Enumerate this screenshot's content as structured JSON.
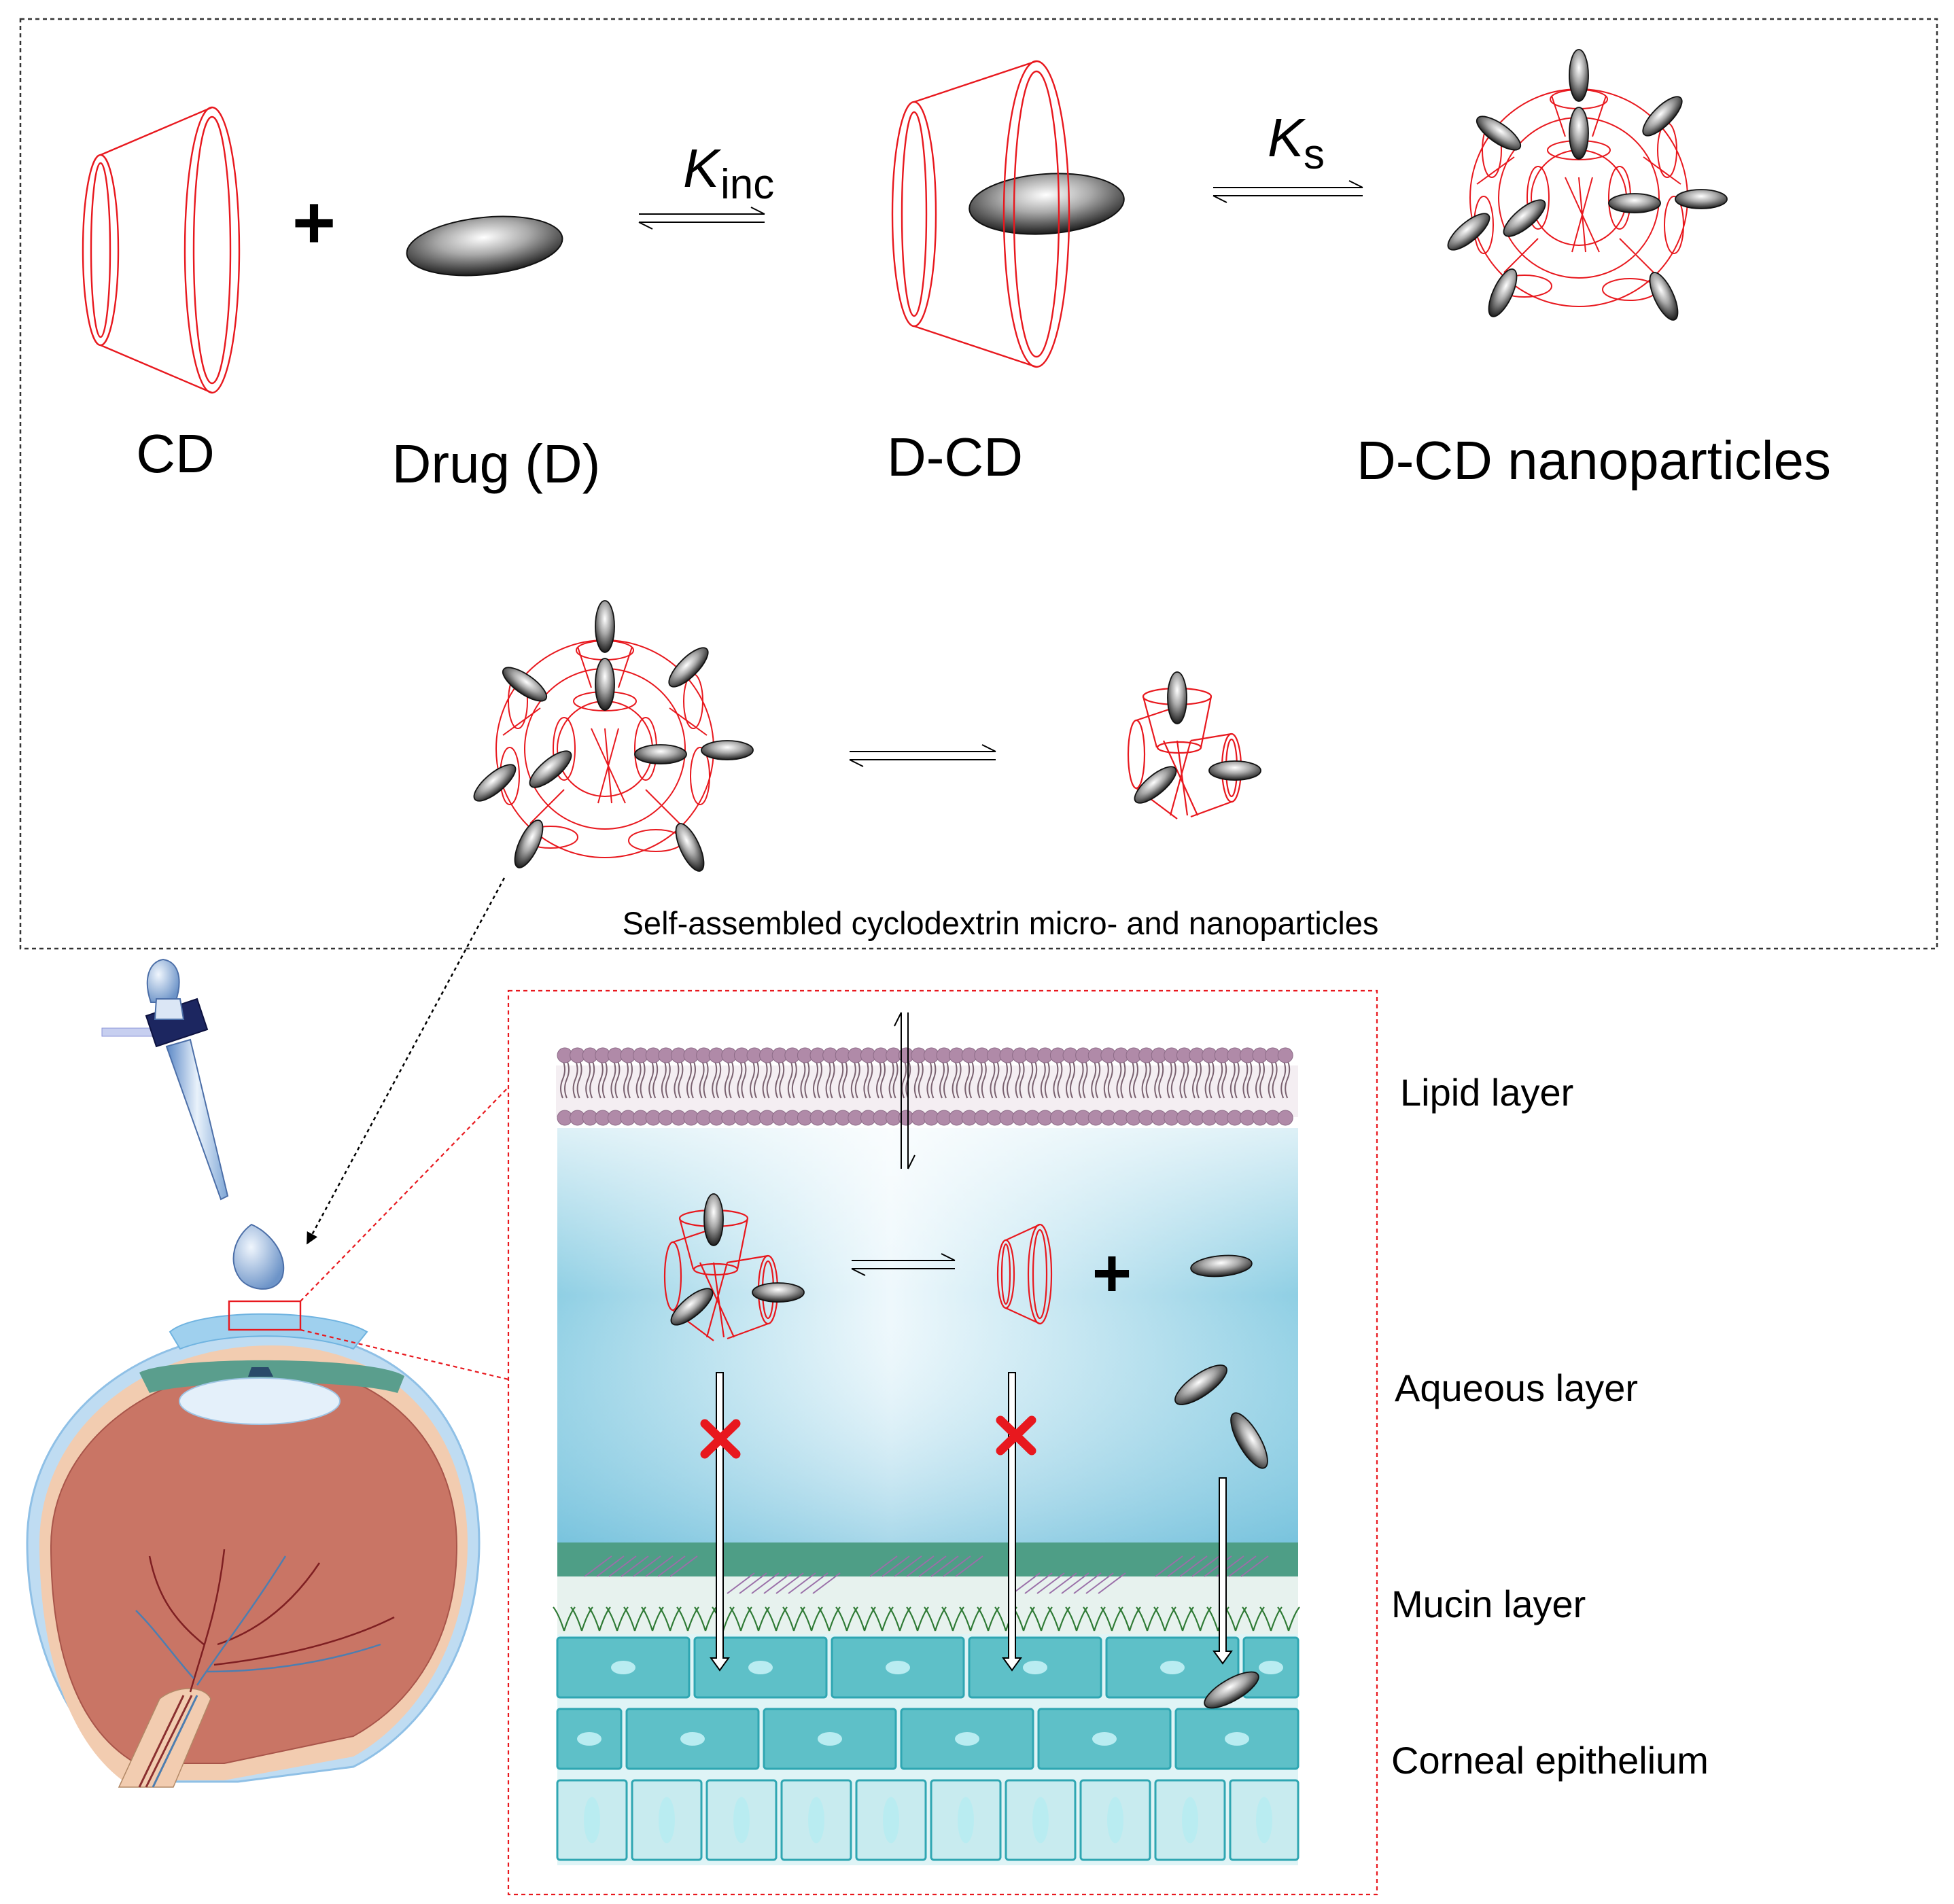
{
  "top_panel": {
    "cd_label": "CD",
    "plus_symbol": "+",
    "drug_label": "Drug (D)",
    "kinc_letter": "K",
    "kinc_subscript": "inc",
    "dcd_label": "D-CD",
    "ks_letter": "K",
    "ks_subscript": "s",
    "nanoparticles_label": "D-CD nanoparticles",
    "caption": "Self-assembled cyclodextrin micro- and nanoparticles"
  },
  "tear_film": {
    "plus_symbol": "+",
    "layers": [
      {
        "label": "Lipid layer"
      },
      {
        "label": "Aqueous layer"
      },
      {
        "label": "Mucin layer"
      },
      {
        "label": "Corneal epithelium"
      }
    ]
  },
  "colors": {
    "cyclodextrin": "#e8181e",
    "drug": "#6b6b6b",
    "block_marker": "#e8181e",
    "lipid_head": "#b08aa8",
    "aqueous": "#a9d9ea",
    "mucin": "#4e9e86",
    "epithelium": "#5ec0c8",
    "eye_retina": "#c97565",
    "dashed_border": "#333333"
  },
  "icons": [
    "dropper-icon",
    "eye-icon",
    "block-x-icon",
    "equilibrium-arrow-icon"
  ]
}
